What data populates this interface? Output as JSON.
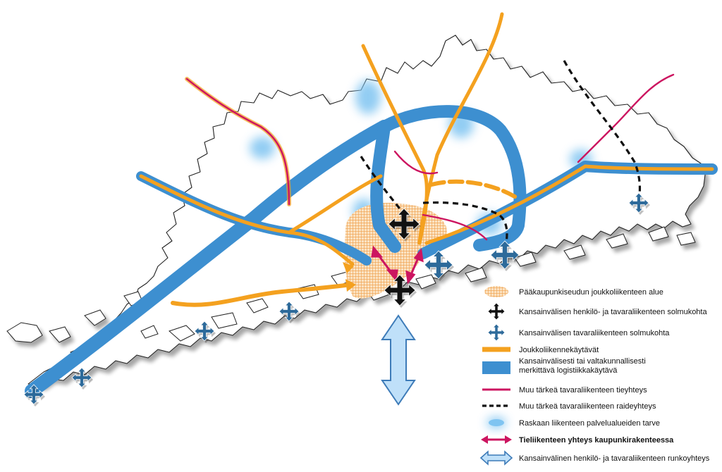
{
  "legend": {
    "items": [
      {
        "key": "joukkoliikenne-alue",
        "label": "Pääkaupunkiseudun joukkoliikenteen alue"
      },
      {
        "key": "kansainvalinen-solmu",
        "label": "Kansainvälisen henkilö- ja tavaraliikenteen solmukohta"
      },
      {
        "key": "tavara-solmu",
        "label": "Kansainvälisen tavaraliikenteen solmukohta"
      },
      {
        "key": "joukkoliikennekaytava",
        "label": "Joukkoliikennekäytävät"
      },
      {
        "key": "logistiikkakaytava",
        "label": "Kansainvälisesti tai valtakunnallisesti merkittävä logistiikkakäytävä",
        "lines": [
          "Kansainvälisesti tai valtakunnallisesti",
          "merkittävä logistiikkakäytävä"
        ]
      },
      {
        "key": "tieyhteys",
        "label": "Muu tärkeä tavaraliikenteen tieyhteys"
      },
      {
        "key": "raideyhteys",
        "label": "Muu tärkeä tavaraliikenteen raideyhteys"
      },
      {
        "key": "palvelualueet",
        "label": "Raskaan liikenteen palvelualueiden tarve"
      },
      {
        "key": "tieliikenne-yhteys",
        "label": "Tieliikenteen yhteys kaupunkirakenteessa"
      },
      {
        "key": "runkoyhteys",
        "label": "Kansainvälinen henkilö- ja tavaraliikenteen runkoyhteys"
      }
    ]
  },
  "colors": {
    "logistics_blue": "#3d8fd0",
    "transit_orange": "#f4a11f",
    "road_magenta": "#cc1560",
    "rail_black": "#111111",
    "node_black": "#111111",
    "node_blue": "#2d6a9a",
    "service_area_blue": "#7fc4f1",
    "hatch_orange": "#f4b870",
    "sea_arrow_fill": "#bfe0f9",
    "sea_arrow_stroke": "#3d7bb8"
  }
}
